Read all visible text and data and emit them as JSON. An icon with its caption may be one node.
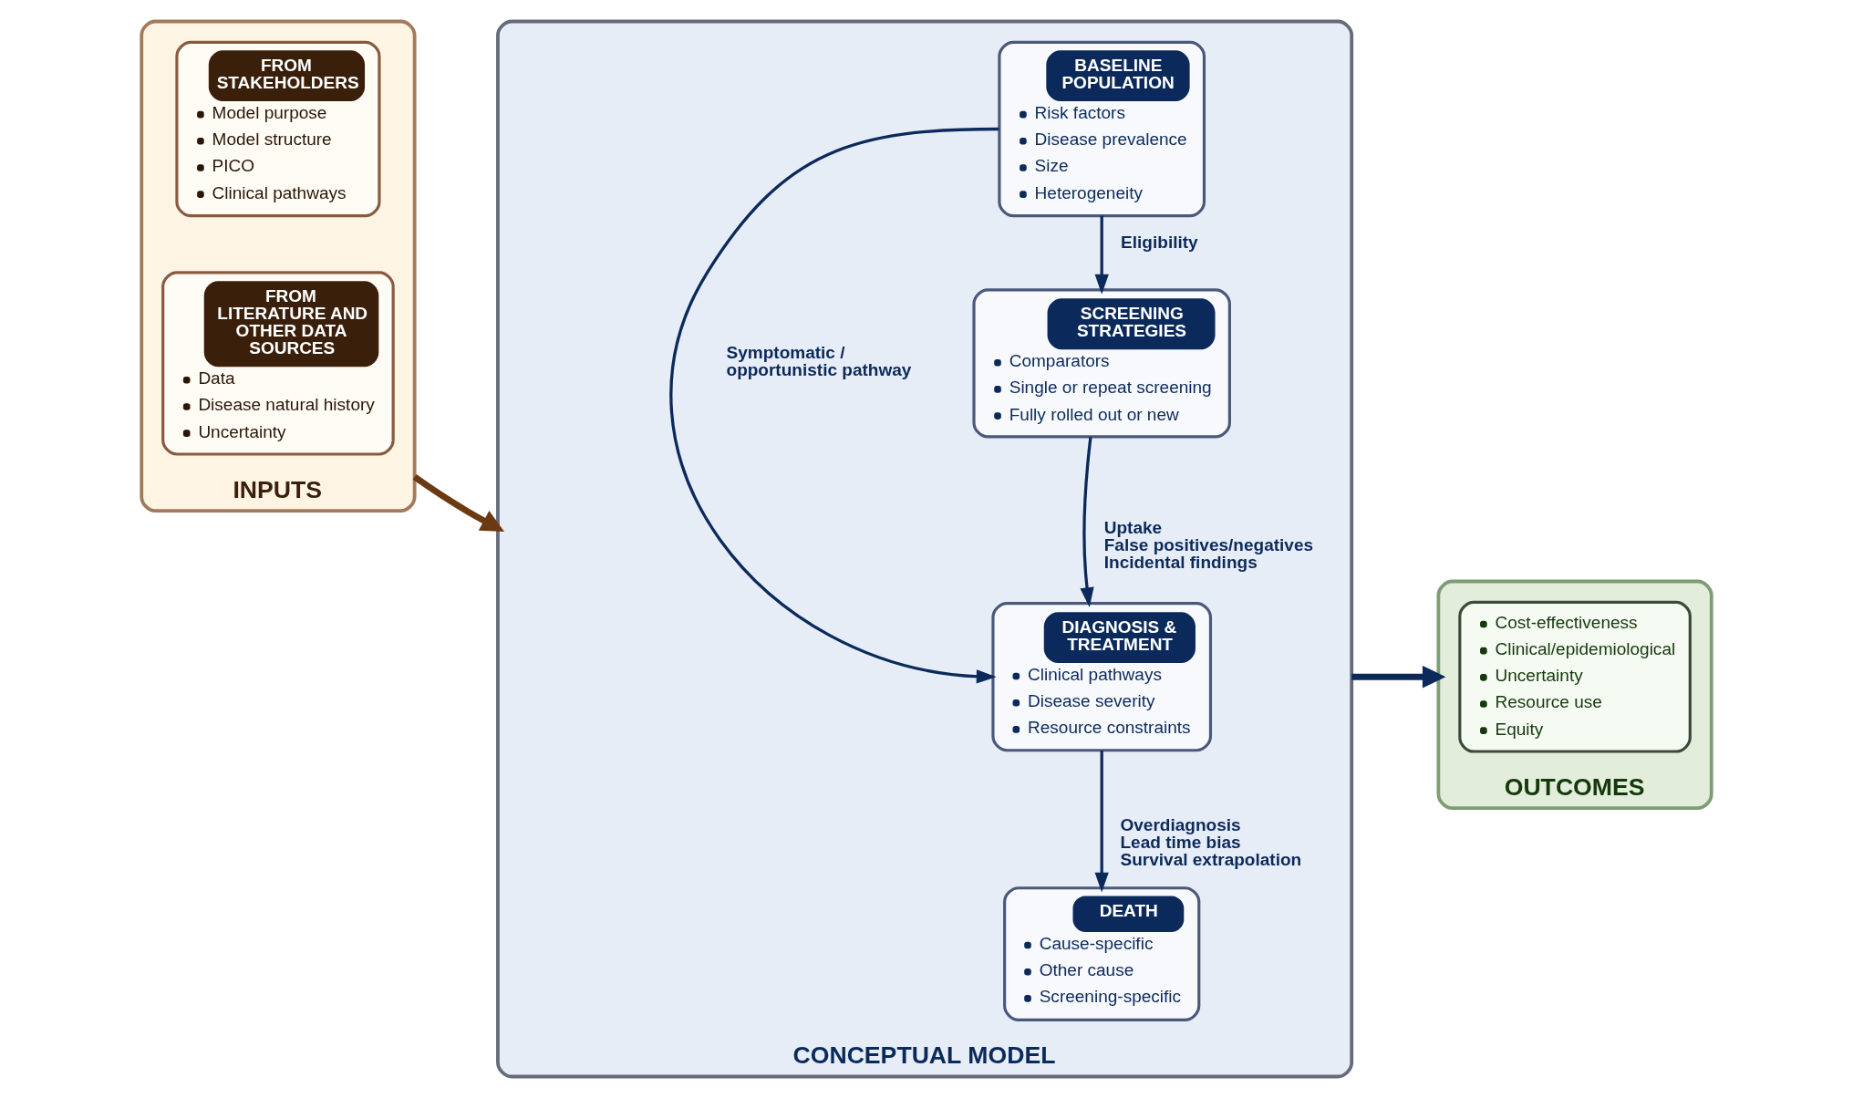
{
  "diagram": {
    "nodes": [
      {
        "text": [
          "INPUTS"
        ]
      },
      {
        "text": [
          "FROM STAKEHOLDERS",
          "Model purpose",
          "Model structure",
          "PICO",
          "Clinical pathways"
        ],
        "in": 0
      },
      {
        "text": [
          "FROM LITERATURE AND OTHER DATA SOURCES",
          "Data",
          "Disease natural history",
          "Uncertainty"
        ],
        "in": 0
      },
      {
        "text": [
          "CONCEPTUAL MODEL"
        ]
      },
      {
        "text": [
          "BASELINE POPULATION",
          "Risk factors",
          "Disease prevalence",
          "Size",
          "Heterogeneity"
        ],
        "in": 3
      },
      {
        "text": [
          "SCREENING STRATEGIES",
          "Comparators",
          "Single or repeat screening",
          "Fully rolled out or new"
        ],
        "in": 3
      },
      {
        "text": [
          "DIAGNOSIS & TREATMENT",
          "Clinical pathways",
          "Disease severity",
          "Resource constraints"
        ],
        "in": 3
      },
      {
        "text": [
          "DEATH",
          "Cause-specific",
          "Other cause",
          "Screening-specific"
        ],
        "in": 3
      },
      {
        "text": [
          "OUTCOMES"
        ]
      },
      {
        "text": [
          "Cost-effectiveness",
          "Clinical/epidemiological",
          "Uncertainty",
          "Resource use",
          "Equity"
        ],
        "in": 8
      }
    ],
    "edges": [
      {
        "from": 0,
        "to": 3,
        "arrow": "to",
        "style": "thick",
        "color": "#6b3a12"
      },
      {
        "from": 3,
        "to": 8,
        "arrow": "to",
        "style": "thick"
      },
      {
        "from": 4,
        "to": 5,
        "arrow": "to",
        "label": "Eligibility"
      },
      {
        "from": 5,
        "to": 6,
        "arrow": "to",
        "label": "Uptake False positives/negatives Incidental findings"
      },
      {
        "from": 4,
        "to": 6,
        "arrow": "to",
        "label": "Symptomatic / opportunistic pathway"
      },
      {
        "from": 6,
        "to": 7,
        "arrow": "to",
        "label": "Overdiagnosis Lead time bias Survival extrapolation"
      }
    ]
  }
}
